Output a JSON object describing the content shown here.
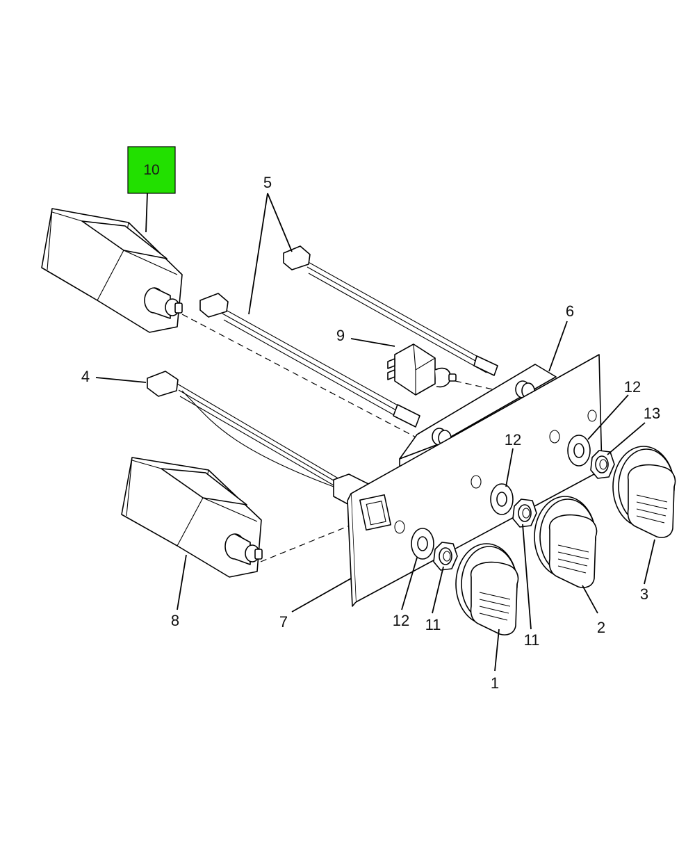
{
  "colors": {
    "background": "#ffffff",
    "line": "#000000",
    "highlight": "#22e000"
  },
  "callouts": {
    "c1": "1",
    "c2": "2",
    "c3": "3",
    "c4": "4",
    "c5": "5",
    "c6": "6",
    "c7": "7",
    "c8": "8",
    "c9": "9",
    "c10": "10",
    "c11a": "11",
    "c11b": "11",
    "c12a": "12",
    "c12b": "12",
    "c12c": "12",
    "c13": "13"
  }
}
